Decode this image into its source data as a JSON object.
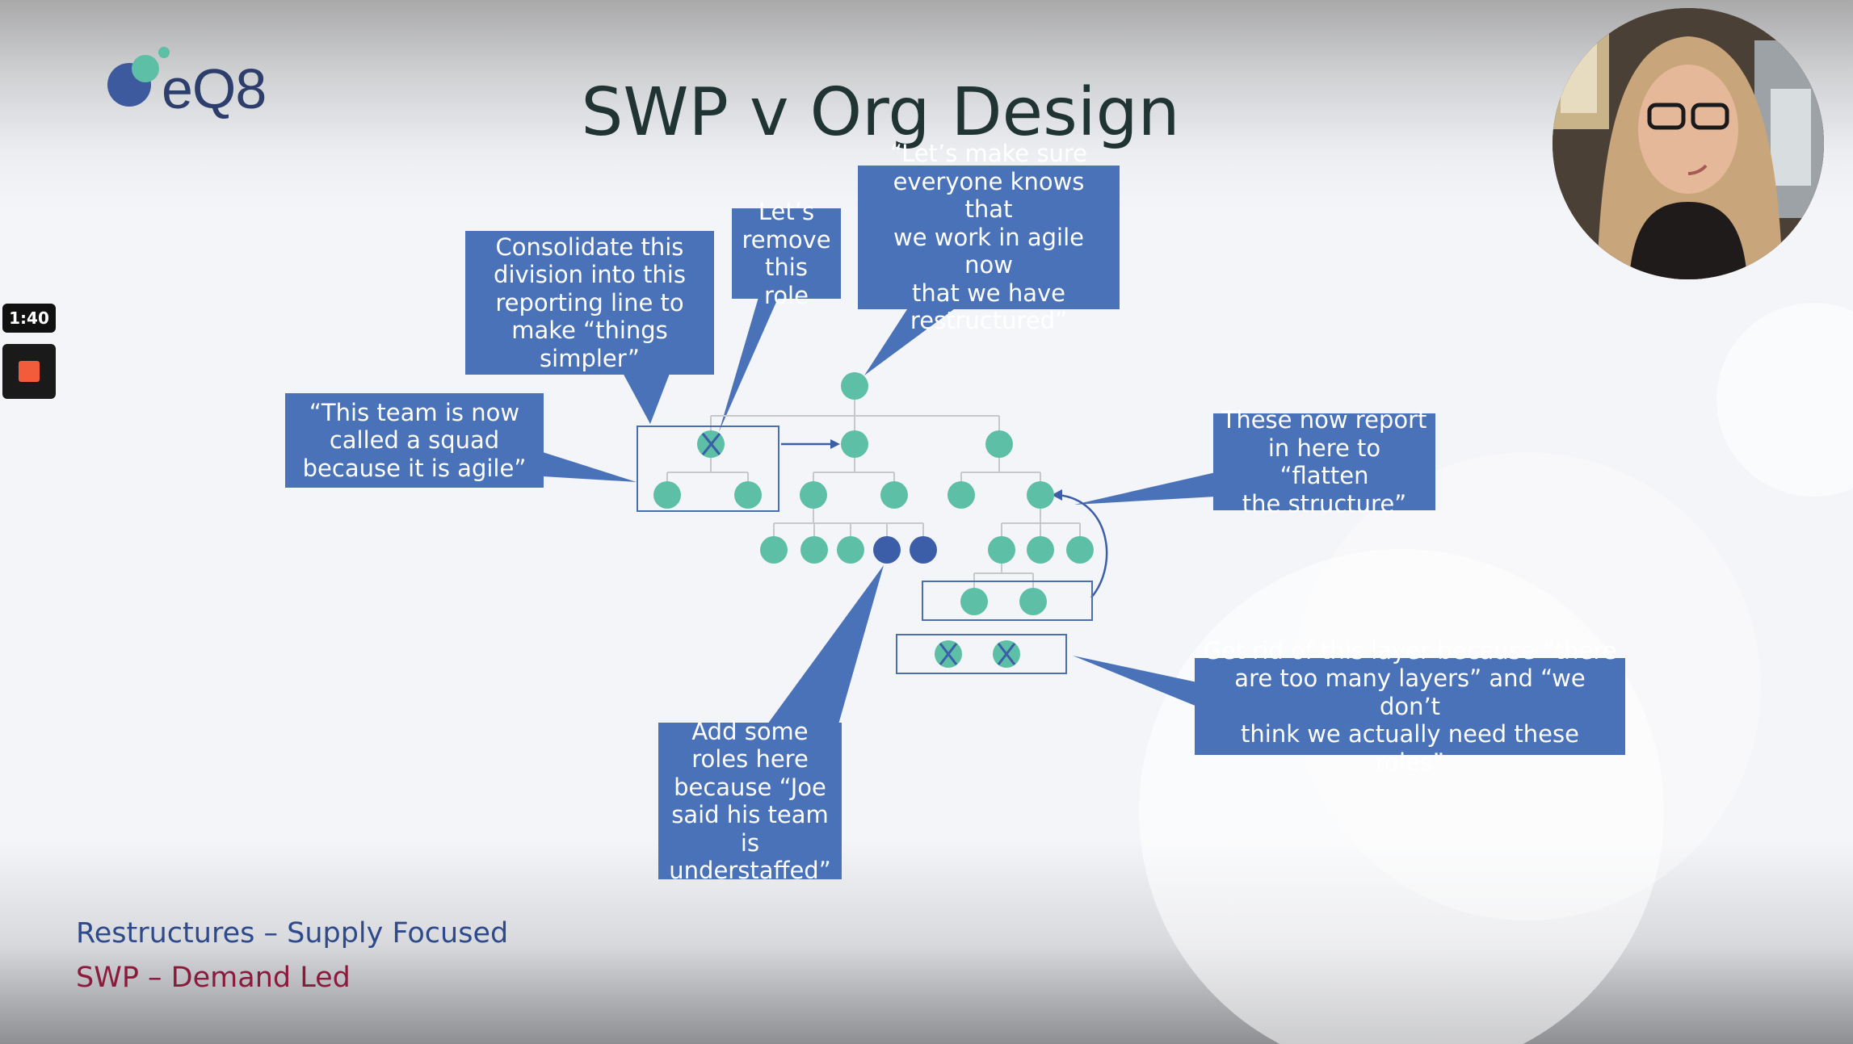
{
  "slide": {
    "logo_text": "eQ8",
    "title": "SWP v Org Design",
    "footer": {
      "line1": "Restructures – Supply Focused",
      "line2": "SWP – Demand Led",
      "line1_color": "#2e4a8a",
      "line2_color": "#8b1a3c"
    }
  },
  "callouts": {
    "consolidate": "Consolidate this\ndivision into this\nreporting line to\nmake “things\nsimpler”",
    "remove_role": "Let’s\nremove\nthis role",
    "agile": "“Let’s make sure\neveryone knows that\nwe work in agile now\nthat we have\nrestructured”",
    "squad": "“This team is now\ncalled a squad\nbecause it is agile”",
    "flatten": "These now report\nin here to “flatten\nthe structure”",
    "add_roles": "Add some\nroles here\nbecause “Joe\nsaid his team is\nunderstaffed”",
    "layers": "Get rid of this layer because “there\nare too many layers” and “we don’t\nthink we actually need these roles”"
  },
  "colors": {
    "callout": "#4a72b8",
    "node_teal": "#5dbfa5",
    "node_blue": "#3c5ea8",
    "title": "#1f3433"
  },
  "recording": {
    "timer": "1:40",
    "stop_icon": "stop-icon"
  }
}
